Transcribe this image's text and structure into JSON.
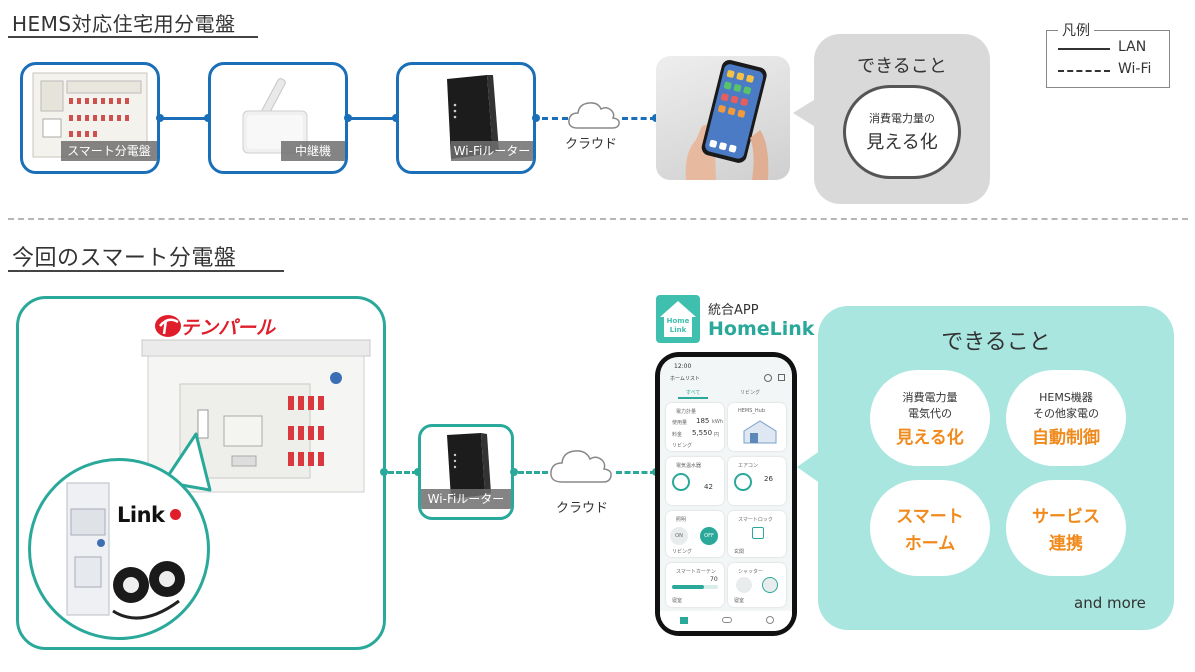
{
  "top": {
    "title": "HEMS対応住宅用分電盤",
    "devices": {
      "panel_label": "スマート分電盤",
      "relay_label": "中継機",
      "router_label": "Wi-Fiルーター"
    },
    "cloud_label": "クラウド",
    "bubble": {
      "heading": "できること",
      "circle_line1": "消費電力量の",
      "circle_line2": "見える化"
    }
  },
  "legend": {
    "title": "凡例",
    "lan_label": "LAN",
    "wifi_label": "Wi-Fi"
  },
  "bottom": {
    "title": "今回のスマート分電盤",
    "brand_logo": "テンパール",
    "link_logo": "Link",
    "router_label": "Wi-Fiルーター",
    "cloud_label": "クラウド",
    "app": {
      "tag": "統合APP",
      "name": "HomeLink",
      "icon_line1": "Home",
      "icon_line2": "Link",
      "screen": {
        "time": "12:00",
        "header": "ホームリスト",
        "tab_all": "すべて",
        "tab_living": "リビング",
        "tile1_title": "電力計量",
        "tile1_row1_label": "使用量",
        "tile1_row1_value": "185",
        "tile1_row1_unit": "kWh",
        "tile1_row2_label": "料金",
        "tile1_row2_value": "5,550",
        "tile1_row2_unit": "円",
        "tile2_title": "HEMS_Hub",
        "tile3_title": "電気温水器",
        "tile3_temp": "42",
        "tile4_title": "エアコン",
        "tile4_temp": "26",
        "tile5_title": "照明",
        "tile5_on": "ON",
        "tile5_off": "OFF",
        "tile6_title": "スマートロック",
        "tile7_title": "スマートカーテン",
        "tile7_value": "70",
        "tile8_title": "シャッター",
        "room_living": "リビング",
        "room_entrance": "玄関",
        "room_bedroom": "寝室"
      }
    },
    "bubble": {
      "heading": "できること",
      "c1_small1": "消費電力量",
      "c1_small2": "電気代の",
      "c1_big": "見える化",
      "c2_small1": "HEMS機器",
      "c2_small2": "その他家電の",
      "c2_big": "自動制御",
      "c3_line1": "スマート",
      "c3_line2": "ホーム",
      "c4_line1": "サービス",
      "c4_line2": "連携",
      "more": "and more"
    }
  },
  "colors": {
    "blue": "#1a6fb8",
    "teal": "#2aa89a",
    "teal_light": "#a8e6df",
    "orange": "#f08a1c",
    "gray_bubble": "#d9d9d9"
  }
}
